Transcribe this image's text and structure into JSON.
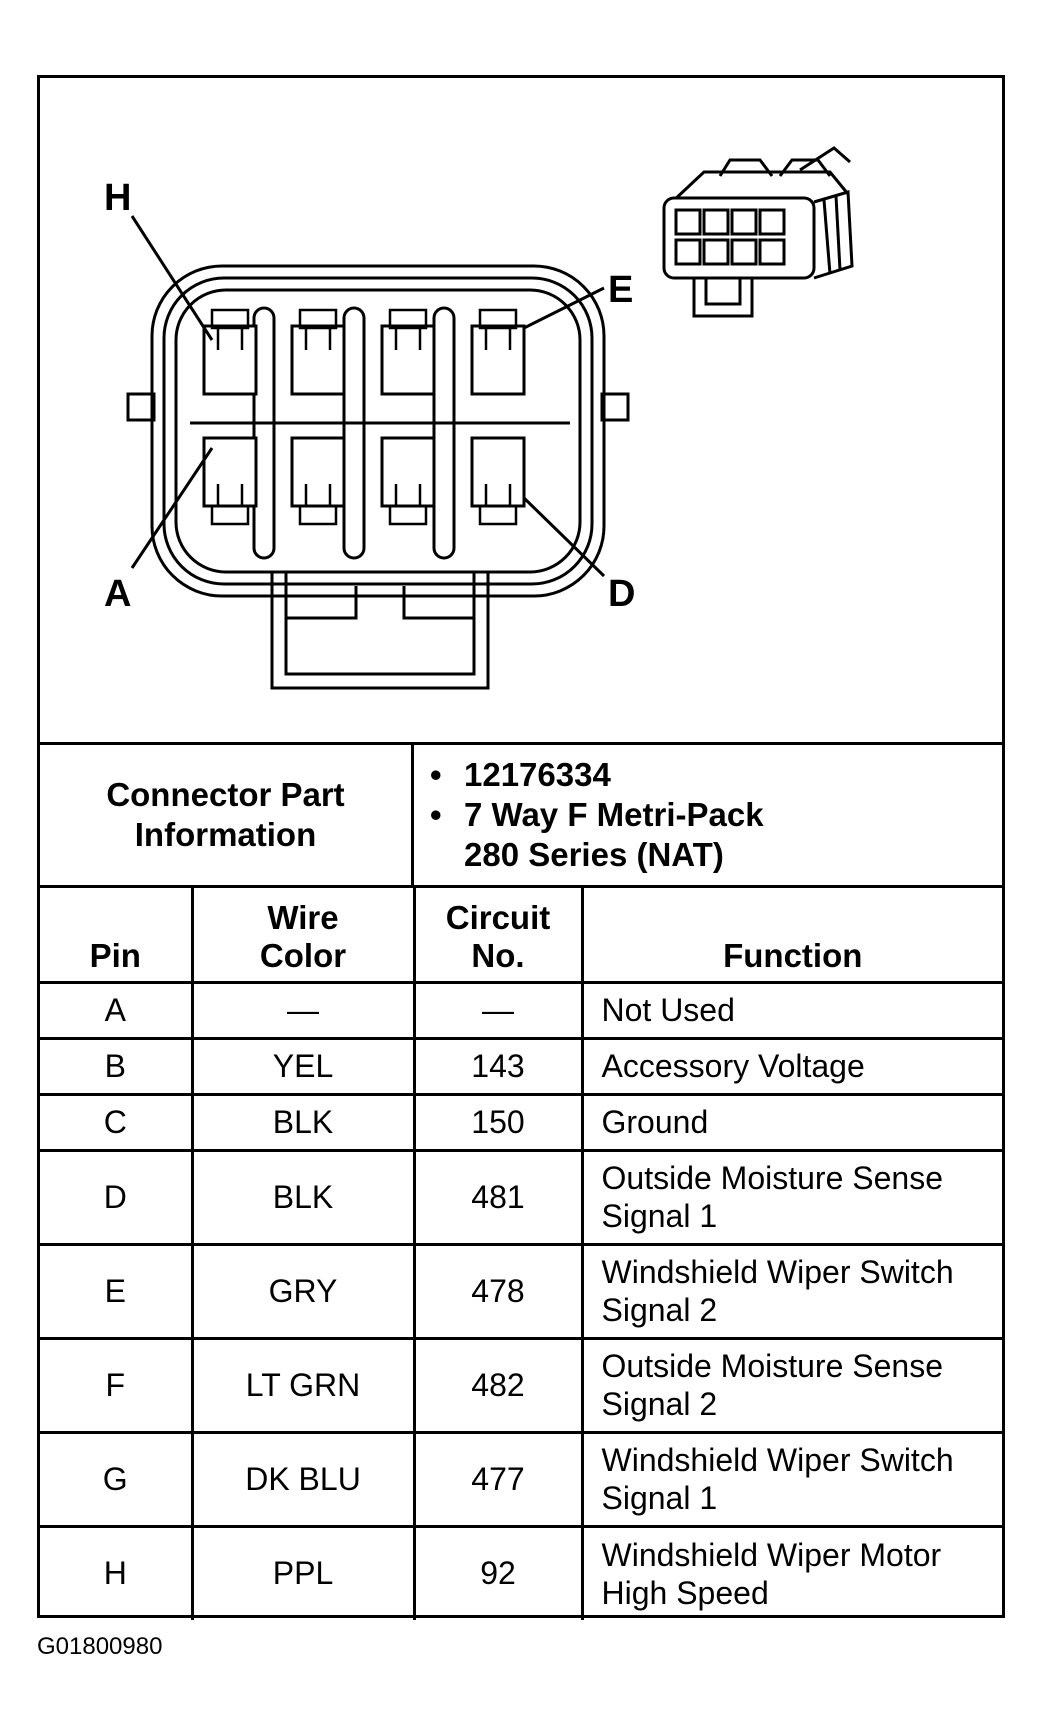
{
  "diagram": {
    "callouts": {
      "top_left": "H",
      "top_right": "E",
      "bottom_left": "A",
      "bottom_right": "D"
    }
  },
  "connector_info": {
    "label_line1": "Connector Part",
    "label_line2": "Information",
    "items": [
      {
        "lines": [
          "12176334"
        ]
      },
      {
        "lines": [
          "7 Way F Metri-Pack",
          "280 Series (NAT)"
        ]
      }
    ]
  },
  "table": {
    "headers": {
      "pin": "Pin",
      "wire_color_line1": "Wire",
      "wire_color_line2": "Color",
      "circuit_line1": "Circuit",
      "circuit_line2": "No.",
      "function": "Function"
    },
    "rows": [
      {
        "pin": "A",
        "wire": "—",
        "circuit": "—",
        "function": [
          "Not Used"
        ]
      },
      {
        "pin": "B",
        "wire": "YEL",
        "circuit": "143",
        "function": [
          "Accessory Voltage"
        ]
      },
      {
        "pin": "C",
        "wire": "BLK",
        "circuit": "150",
        "function": [
          "Ground"
        ]
      },
      {
        "pin": "D",
        "wire": "BLK",
        "circuit": "481",
        "function": [
          "Outside Moisture Sense",
          "Signal 1"
        ]
      },
      {
        "pin": "E",
        "wire": "GRY",
        "circuit": "478",
        "function": [
          "Windshield Wiper Switch",
          "Signal 2"
        ]
      },
      {
        "pin": "F",
        "wire": "LT GRN",
        "circuit": "482",
        "function": [
          "Outside Moisture Sense",
          "Signal 2"
        ]
      },
      {
        "pin": "G",
        "wire": "DK BLU",
        "circuit": "477",
        "function": [
          "Windshield Wiper Switch",
          "Signal 1"
        ]
      },
      {
        "pin": "H",
        "wire": "PPL",
        "circuit": "92",
        "function": [
          "Windshield Wiper Motor",
          "High Speed"
        ]
      }
    ]
  },
  "footer": {
    "code": "G01800980"
  }
}
